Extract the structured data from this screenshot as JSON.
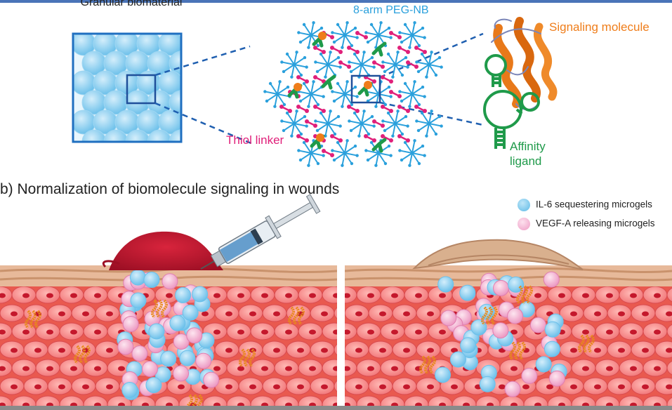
{
  "labels": {
    "granular": "Granular biomaterial",
    "peg": "8-arm PEG-NB",
    "signaling": "Signaling molecule",
    "thiol": "Thiol linker",
    "affinity": "Affinity ligand",
    "section_b": "b) Normalization of biomolecule signaling in wounds"
  },
  "legend": [
    {
      "label": "IL-6 sequestering microgels",
      "color": "#5cb9e6"
    },
    {
      "label": "VEGF-A releasing microgels",
      "color": "#ee9bc4"
    }
  ],
  "colors": {
    "peg": "#2aa0dc",
    "thiol": "#e0207a",
    "signaling": "#ef7d1a",
    "affinity": "#1f9a4a",
    "zoom_box": "#1f5fb0",
    "skin": "#f08a8a"
  },
  "icons": [
    "syringe-icon",
    "protein-icon",
    "aptamer-icon",
    "peg-network-icon"
  ]
}
